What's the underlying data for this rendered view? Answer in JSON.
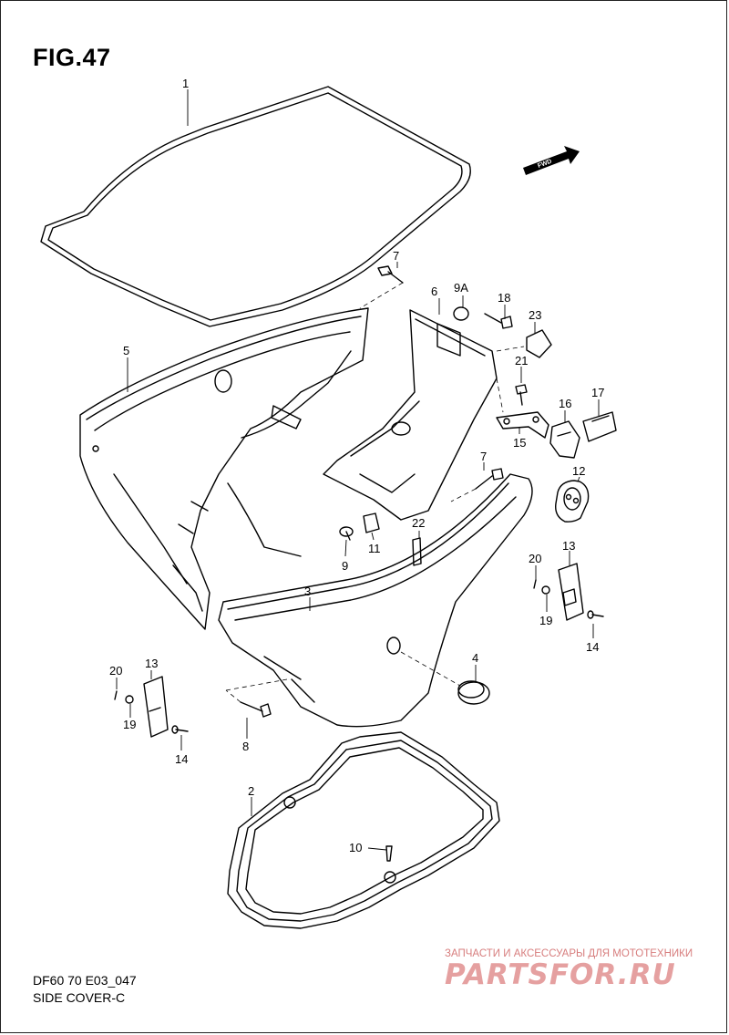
{
  "figure": {
    "title": "FIG.47",
    "model_code": "DF60 70 E03_047",
    "caption": "SIDE COVER-C",
    "direction_arrow_text": "FWD"
  },
  "callouts": [
    {
      "id": "c1",
      "text": "1"
    },
    {
      "id": "c2",
      "text": "2"
    },
    {
      "id": "c3",
      "text": "3"
    },
    {
      "id": "c4",
      "text": "4"
    },
    {
      "id": "c5",
      "text": "5"
    },
    {
      "id": "c6",
      "text": "6"
    },
    {
      "id": "c7a",
      "text": "7"
    },
    {
      "id": "c7b",
      "text": "7"
    },
    {
      "id": "c8",
      "text": "8"
    },
    {
      "id": "c9",
      "text": "9"
    },
    {
      "id": "c9a",
      "text": "9A"
    },
    {
      "id": "c10",
      "text": "10"
    },
    {
      "id": "c11",
      "text": "11"
    },
    {
      "id": "c12",
      "text": "12"
    },
    {
      "id": "c13a",
      "text": "13"
    },
    {
      "id": "c13b",
      "text": "13"
    },
    {
      "id": "c14a",
      "text": "14"
    },
    {
      "id": "c14b",
      "text": "14"
    },
    {
      "id": "c15",
      "text": "15"
    },
    {
      "id": "c16",
      "text": "16"
    },
    {
      "id": "c17",
      "text": "17"
    },
    {
      "id": "c18",
      "text": "18"
    },
    {
      "id": "c19a",
      "text": "19"
    },
    {
      "id": "c19b",
      "text": "19"
    },
    {
      "id": "c20a",
      "text": "20"
    },
    {
      "id": "c20b",
      "text": "20"
    },
    {
      "id": "c21",
      "text": "21"
    },
    {
      "id": "c22",
      "text": "22"
    },
    {
      "id": "c23",
      "text": "23"
    }
  ],
  "watermark": {
    "tagline": "ЗАПЧАСТИ И АКСЕССУАРЫ ДЛЯ МОТОТЕХНИКИ",
    "brand": "PARTSFOR.RU",
    "color": "#e5a0a0"
  }
}
